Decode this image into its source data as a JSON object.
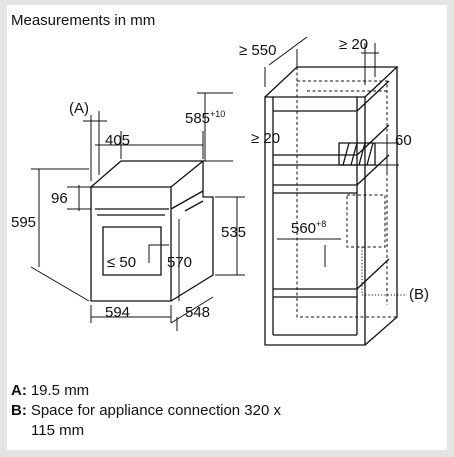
{
  "title": "Measurements in mm",
  "labels": {
    "A_marker": "(A)",
    "B_marker": "(B)",
    "cab_depth": "≥ 550",
    "cab_top_gap": "≥ 20",
    "cab_height": "585",
    "cab_height_tol": "+10",
    "cab_inner_gap": "≥ 20",
    "cab_vent": "60",
    "cab_width": "560",
    "cab_width_tol": "+8",
    "app_top_depth": "405",
    "app_panel_h": "96",
    "app_height": "595",
    "app_gap": "≤ 50",
    "app_body_h": "570",
    "app_body_h2": "535",
    "app_width": "594",
    "app_depth": "548"
  },
  "legend": [
    {
      "key": "A:",
      "text": "19.5 mm"
    },
    {
      "key": "B:",
      "text": "Space for appliance connection 320 x",
      "cont": "115 mm"
    }
  ]
}
